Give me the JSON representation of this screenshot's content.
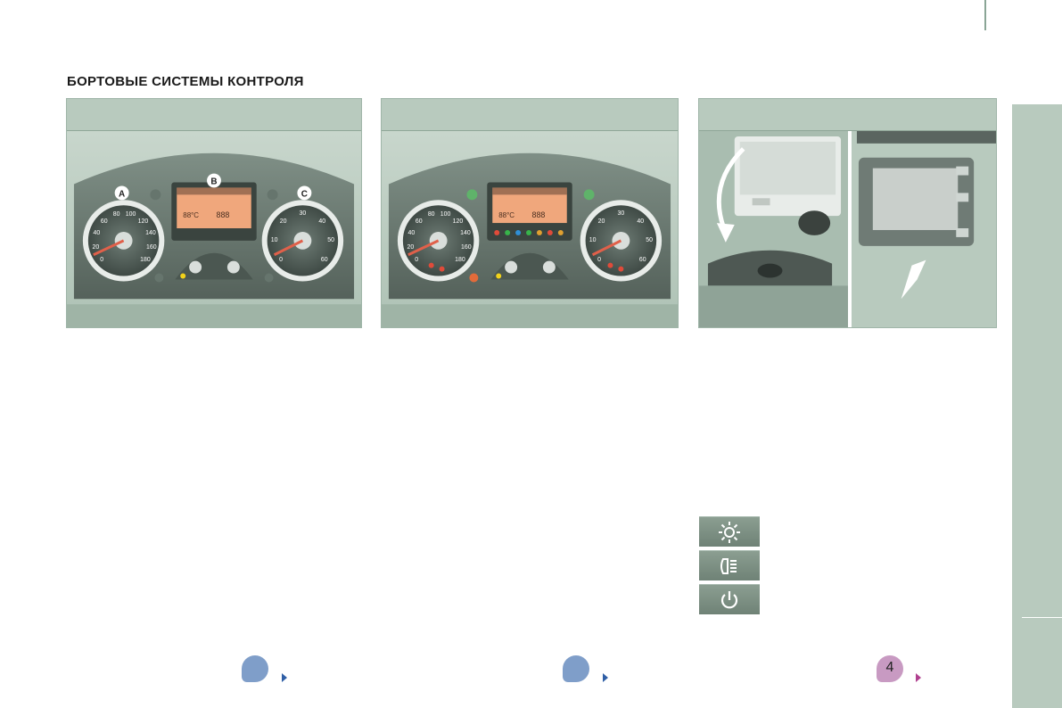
{
  "section": {
    "title": "БОРТОВЫЕ СИСТЕМЫ КОНТРОЛЯ"
  },
  "panels": [
    {
      "name": "cluster-labeled",
      "callouts": [
        "A",
        "B",
        "C"
      ],
      "speed_ticks": [
        "0",
        "20",
        "40",
        "60",
        "80",
        "100",
        "120",
        "140",
        "160",
        "180"
      ],
      "rpm_ticks": [
        "0",
        "10",
        "20",
        "30",
        "40",
        "50",
        "60"
      ],
      "display_text": [
        "88°C",
        "888"
      ]
    },
    {
      "name": "cluster-indicators",
      "speed_ticks": [
        "0",
        "20",
        "40",
        "60",
        "80",
        "100",
        "120",
        "140",
        "160",
        "180"
      ],
      "rpm_ticks": [
        "0",
        "10",
        "20",
        "30",
        "40",
        "50",
        "60"
      ],
      "display_text": [
        "88°C",
        "888"
      ]
    },
    {
      "name": "rear-camera-screen"
    }
  ],
  "buttons": [
    {
      "name": "brightness-button",
      "icon": "sun-icon"
    },
    {
      "name": "lights-button",
      "icon": "headlight-icon"
    },
    {
      "name": "power-button",
      "icon": "power-icon"
    }
  ],
  "nav": {
    "page_number": "4"
  },
  "colors": {
    "accent_green": "#b8cabe",
    "nav_blue": "#7f9ec9",
    "nav_pink": "#c89ac2",
    "display_orange": "#f0a77c"
  }
}
